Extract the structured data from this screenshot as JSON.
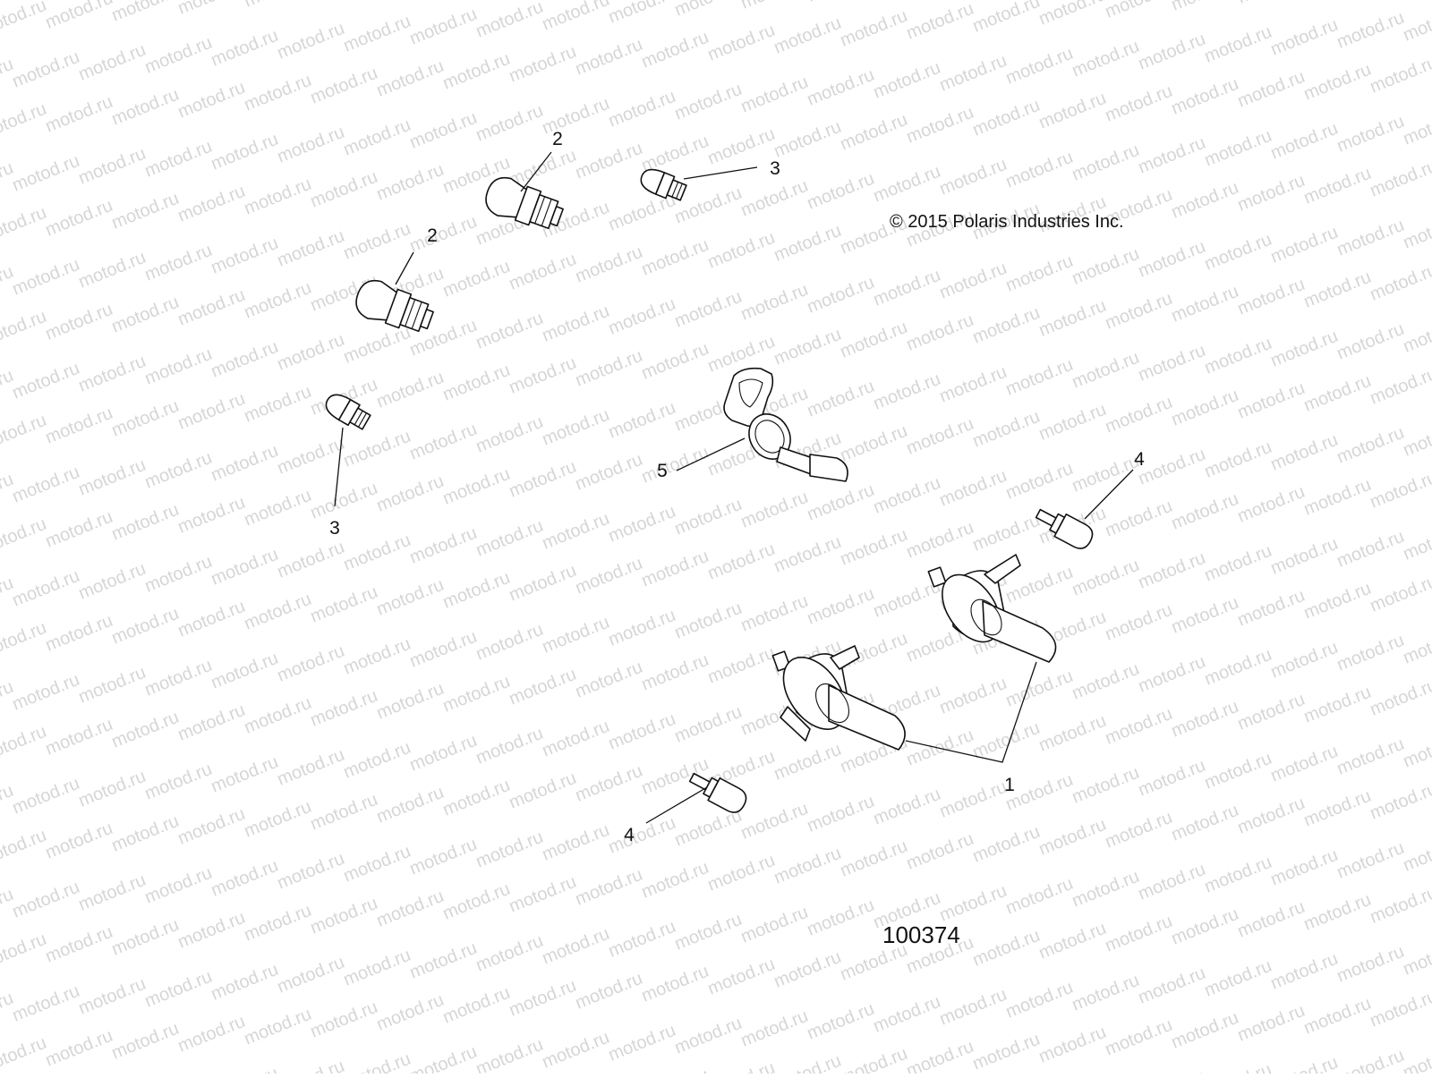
{
  "copyright": "© 2015 Polaris Industries Inc.",
  "diagram_number": "100374",
  "watermark": "motod.ru",
  "callouts": {
    "c1": "1",
    "c2a": "2",
    "c2b": "2",
    "c3a": "3",
    "c3b": "3",
    "c4a": "4",
    "c4b": "4",
    "c5": "5"
  }
}
